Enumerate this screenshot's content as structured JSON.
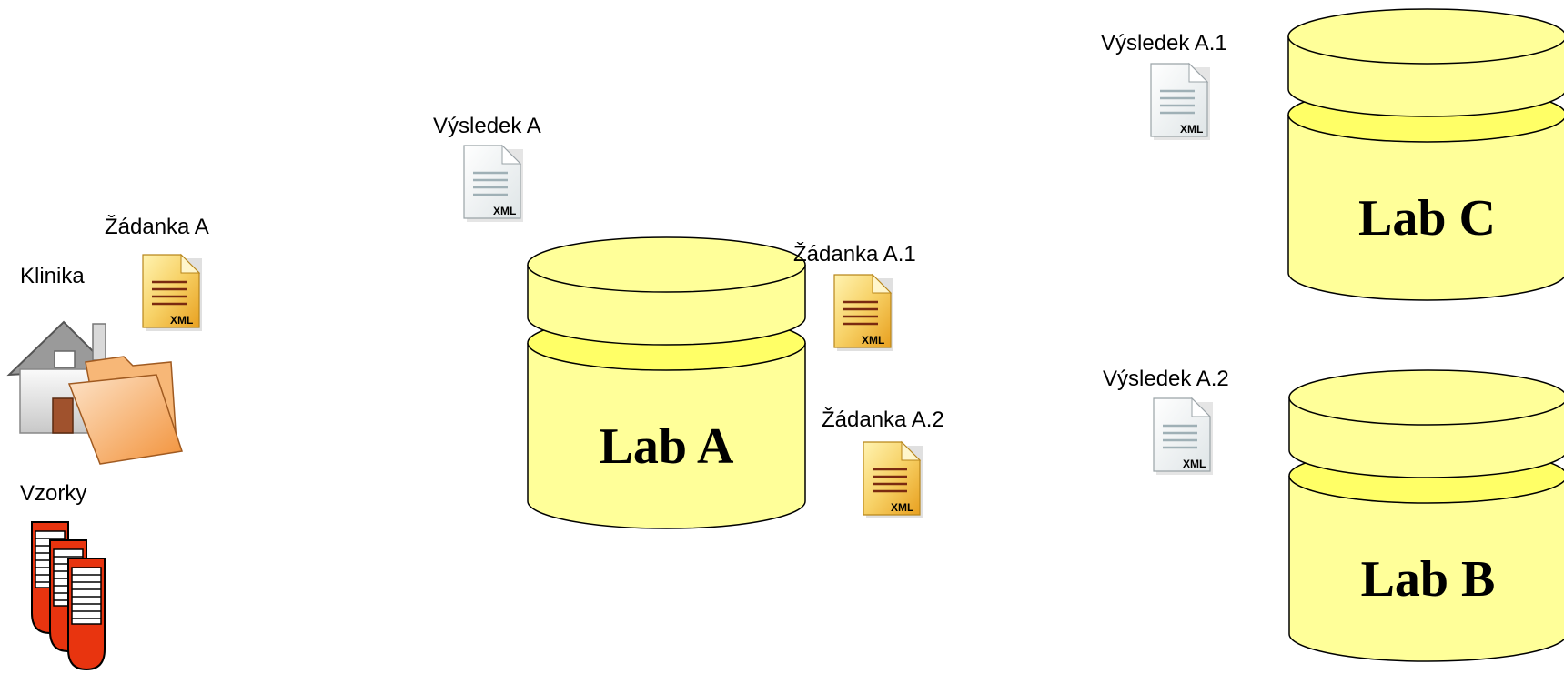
{
  "colors": {
    "db_fill": "#ffff99",
    "db_stroke": "#000000",
    "request_doc_fill": "#f5c24a",
    "result_doc_fill": "#eef1f2",
    "tube_fill": "#e8340f"
  },
  "clinic": {
    "clinic_label": "Klinika",
    "samples_label": "Vzorky",
    "request_label": "Žádanka A",
    "request_badge": "XML",
    "icons": [
      "house-icon",
      "folder-icon",
      "test-tube-icon"
    ]
  },
  "lab_a": {
    "title": "Lab A",
    "result_label": "Výsledek A",
    "result_badge": "XML",
    "request_1_label": "Žádanka A.1",
    "request_1_badge": "XML",
    "request_2_label": "Žádanka A.2",
    "request_2_badge": "XML"
  },
  "lab_c": {
    "title": "Lab C",
    "result_label": "Výsledek A.1",
    "result_badge": "XML"
  },
  "lab_b": {
    "title": "Lab B",
    "result_label": "Výsledek A.2",
    "result_badge": "XML"
  }
}
